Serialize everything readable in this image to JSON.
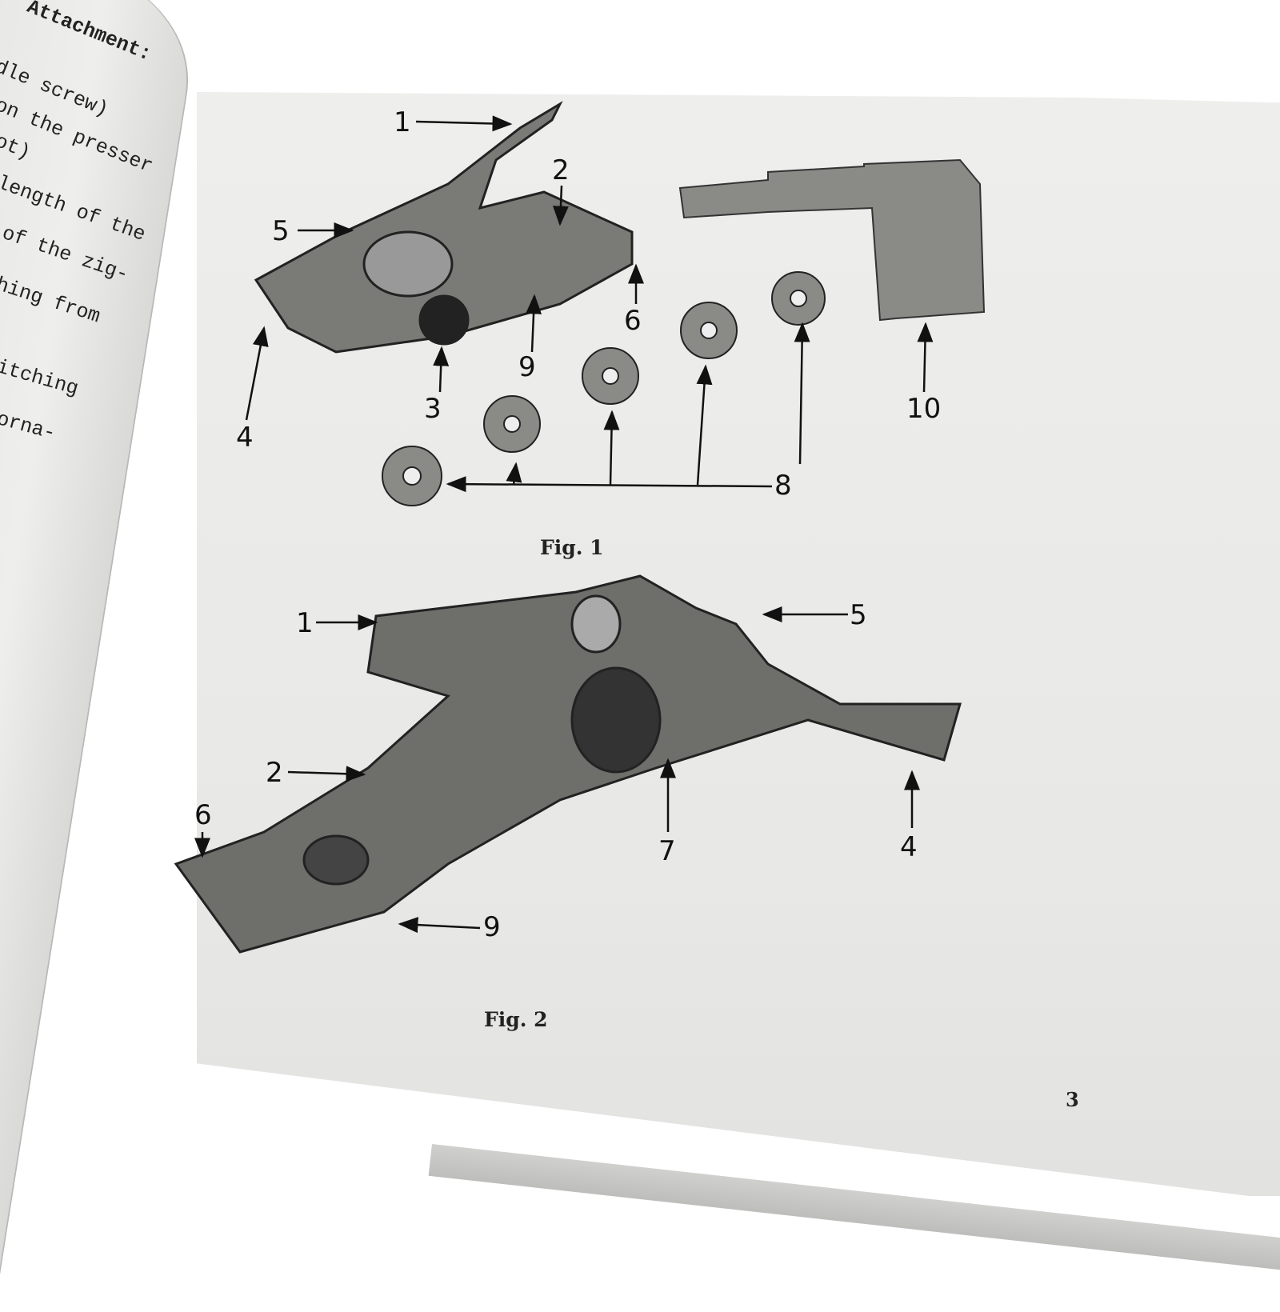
{
  "left_page": {
    "lines": [
      "Attachment:",
      "dle screw)",
      "on the presser",
      "ot)",
      "length of the",
      "of the zig-",
      "hing from",
      "itching",
      "orna-"
    ]
  },
  "right_page": {
    "figure1": {
      "caption": "Fig. 1",
      "labels": [
        "1",
        "2",
        "3",
        "4",
        "5",
        "6",
        "8",
        "9",
        "10"
      ]
    },
    "figure2": {
      "caption": "Fig. 2",
      "labels": [
        "1",
        "2",
        "4",
        "5",
        "6",
        "7",
        "9"
      ]
    },
    "page_number": "3"
  }
}
